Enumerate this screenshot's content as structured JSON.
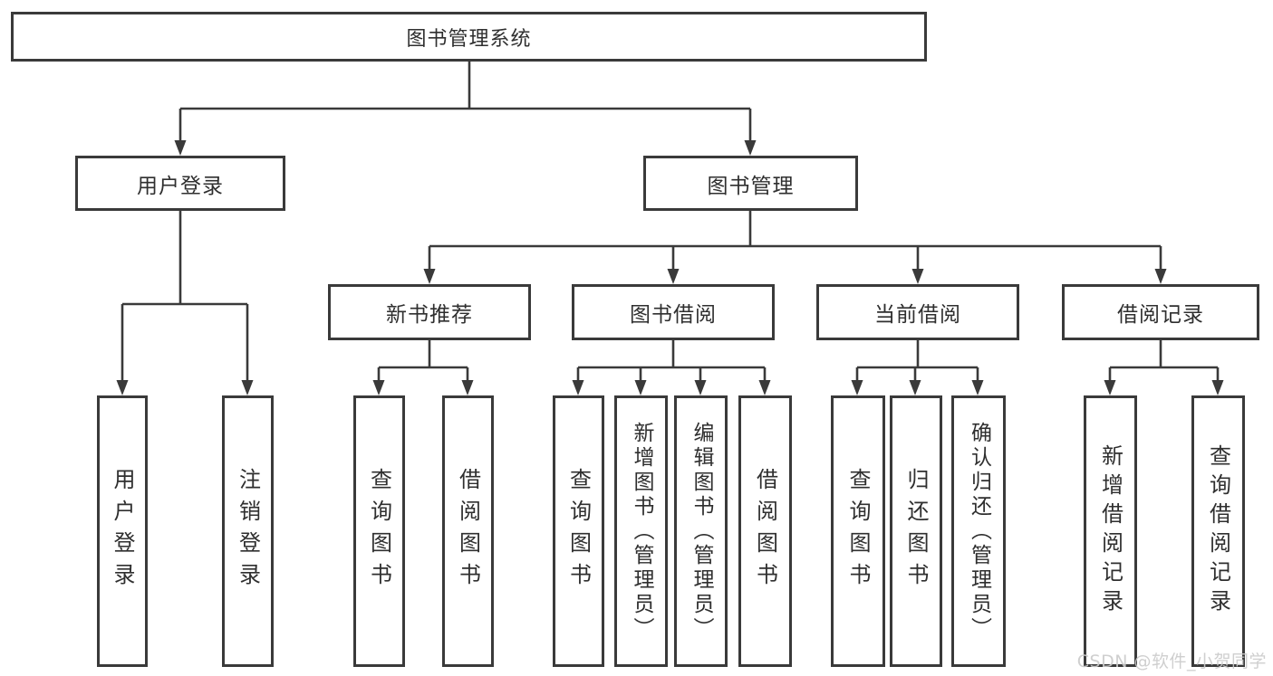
{
  "diagram_title": "图书管理系统",
  "tree": {
    "label": "图书管理系统",
    "children": [
      {
        "label": "用户登录",
        "children": [
          {
            "label": "用户登录"
          },
          {
            "label": "注销登录"
          }
        ]
      },
      {
        "label": "图书管理",
        "children": [
          {
            "label": "新书推荐",
            "children": [
              {
                "label": "查询图书"
              },
              {
                "label": "借阅图书"
              }
            ]
          },
          {
            "label": "图书借阅",
            "children": [
              {
                "label": "查询图书"
              },
              {
                "label": "新增图书（管理员）"
              },
              {
                "label": "编辑图书（管理员）"
              },
              {
                "label": "借阅图书"
              }
            ]
          },
          {
            "label": "当前借阅",
            "children": [
              {
                "label": "查询图书"
              },
              {
                "label": "归还图书"
              },
              {
                "label": "确认归还（管理员）"
              }
            ]
          },
          {
            "label": "借阅记录",
            "children": [
              {
                "label": "新增借阅记录"
              },
              {
                "label": "查询借阅记录"
              }
            ]
          }
        ]
      }
    ]
  },
  "watermark": {
    "text": "CSDN @软件_小贺同学"
  },
  "colors": {
    "line": "#3a3a3a",
    "text": "#2f2f2f",
    "background": "#ffffff",
    "watermark": "#cbcbcb"
  }
}
